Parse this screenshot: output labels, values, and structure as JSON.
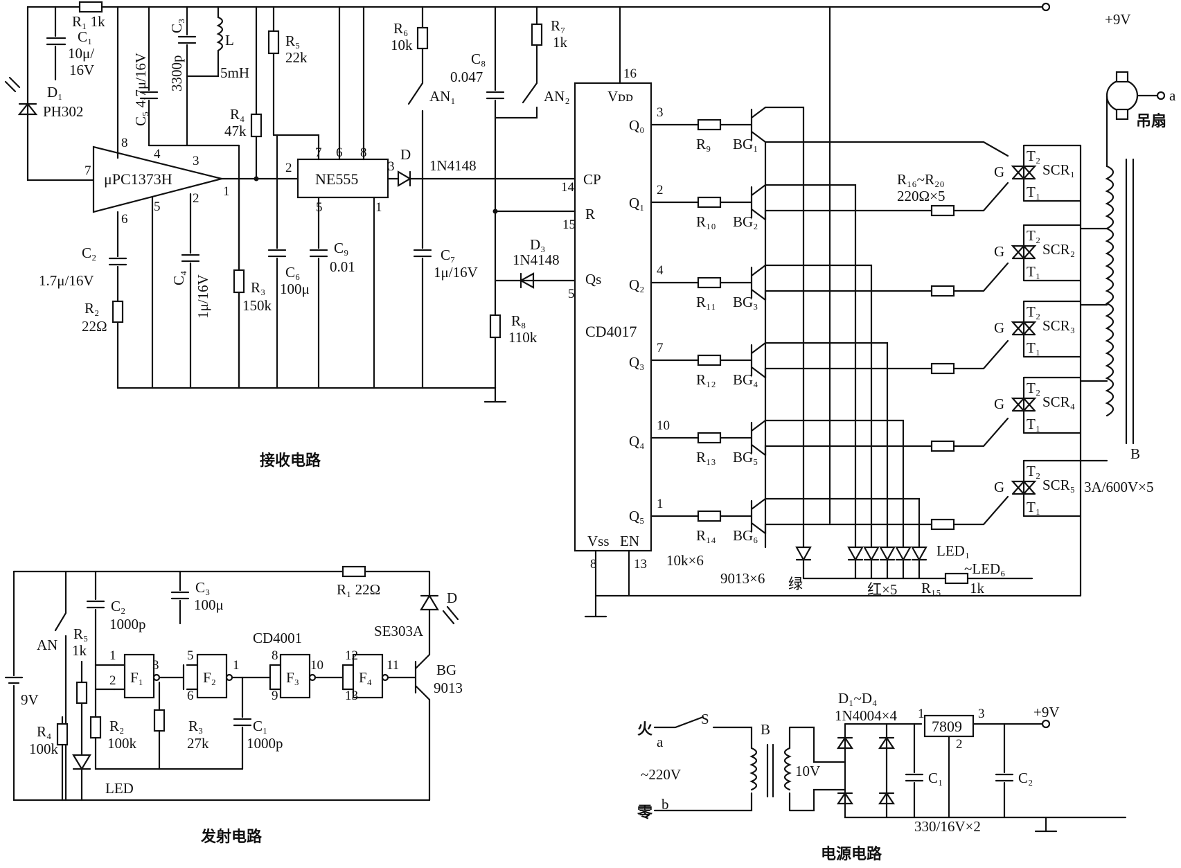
{
  "receiver": {
    "title": "接收电路",
    "supply": "+9V",
    "R1": "R₁ 1k",
    "C1": "C₁",
    "C1_val": "10μ/",
    "C1_val2": "16V",
    "D1": "D₁",
    "D1_val": "PH302",
    "C5": "C₅ 4.7μ/16V",
    "C3": "C₃",
    "C3_val": "3300p",
    "L": "L",
    "L_val": "5mH",
    "R5": "R₅",
    "R5_val": "22k",
    "R4": "R₄",
    "R4_val": "47k",
    "amp": "μPC1373H",
    "timer": "NE555",
    "D": "D",
    "D_val": "1N4148",
    "C2": "C₂",
    "C2_val": "1.7μ/16V",
    "R2": "R₂",
    "R2_val": "22Ω",
    "C4": "C₄",
    "C4_val": "1μ/16V",
    "R3": "R₃",
    "R3_val": "150k",
    "C6": "C₆",
    "C6_val": "100μ",
    "C9": "C₉",
    "C9_val": "0.01",
    "R6": "R₆",
    "R6_val": "10k",
    "AN1": "AN₁",
    "C8": "C₈",
    "C8_val": "0.047",
    "R7": "R₇",
    "R7_val": "1k",
    "AN2": "AN₂",
    "C7": "C₇",
    "C7_val": "1μ/16V",
    "D3": "D₃",
    "D3_val": "1N4148",
    "R8": "R₈",
    "R8_val": "110k",
    "counter": "CD4017",
    "pins": {
      "vdd": "Vᴅᴅ",
      "cp": "CP",
      "r": "R",
      "qs": "Qs",
      "vss": "Vss",
      "en": "EN",
      "q0": "Q₀",
      "q1": "Q₁",
      "q2": "Q₂",
      "q3": "Q₃",
      "q4": "Q₄",
      "q5": "Q₅"
    },
    "resistors": [
      "R₉",
      "R₁₀",
      "R₁₁",
      "R₁₂",
      "R₁₃",
      "R₁₄"
    ],
    "transistors": [
      "BG₁",
      "BG₂",
      "BG₃",
      "BG₄",
      "BG₅",
      "BG₆"
    ],
    "res_note": "10k×6",
    "trans_note": "9013×6",
    "green": "绿",
    "red": "红×5",
    "R15": "R₁₅",
    "R15_val": "1k",
    "LED1": "LED₁",
    "LED6": "~LED₆",
    "gate_res": "R₁₆~R₂₀",
    "gate_res_val": "220Ω×5",
    "scrs": [
      "SCR₁",
      "SCR₂",
      "SCR₃",
      "SCR₄",
      "SCR₅"
    ],
    "scr_note": "3A/600V×5",
    "fan": "吊扇",
    "fan_a": "a",
    "transformer": "B",
    "T2": "T₂",
    "T1": "T₁",
    "G": "G"
  },
  "transmitter": {
    "title": "发射电路",
    "AN": "AN",
    "R5": "R₅",
    "R5_val": "1k",
    "C2": "C₂",
    "C2_val": "1000p",
    "C3": "C₃",
    "C3_val": "100μ",
    "R1": "R₁ 22Ω",
    "D": "D",
    "D_val": "SE303A",
    "battery": "9V",
    "R4": "R₄",
    "R4_val": "100k",
    "LED": "LED",
    "chip": "CD4001",
    "gates": [
      "F₁",
      "F₂",
      "F₃",
      "F₄"
    ],
    "R2": "R₂",
    "R2_val": "100k",
    "R3": "R₃",
    "R3_val": "27k",
    "C1": "C₁",
    "C1_val": "1000p",
    "BG": "BG",
    "BG_val": "9013"
  },
  "power": {
    "title": "电源电路",
    "live": "火",
    "a": "a",
    "S": "S",
    "B": "B",
    "mains": "~220V",
    "b": "b",
    "neutral": "零",
    "secondary": "10V",
    "diodes": "D₁~D₄",
    "diodes_val": "1N4004×4",
    "reg": "7809",
    "out": "+9V",
    "C1": "C₁",
    "C2": "C₂",
    "caps": "330/16V×2"
  }
}
